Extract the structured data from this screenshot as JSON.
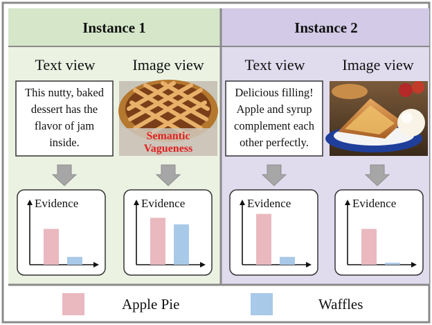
{
  "colors": {
    "instance1_header": "#d5e6c9",
    "instance1_body": "#ebf2e2",
    "instance2_header": "#d2cae6",
    "instance2_body": "#e1dbee",
    "frame": "#888888",
    "arrow": "#a6a6a6",
    "apple_pie": "#e9b9bf",
    "waffles": "#a9c9e9",
    "vagueness_text": "#e02020"
  },
  "instances": [
    {
      "title": "Instance 1",
      "text_view_label": "Text view",
      "image_view_label": "Image view",
      "text_lines": [
        "This nutty, baked",
        "dessert has the",
        "flavor of jam",
        "inside."
      ],
      "image_icon": "lattice-pie-photo",
      "image_annotation": [
        "Semantic",
        "Vagueness"
      ],
      "evidence_label": "Evidence",
      "text_evidence": {
        "apple_pie": 0.55,
        "waffles": 0.12
      },
      "image_evidence": {
        "apple_pie": 0.72,
        "waffles": 0.62
      }
    },
    {
      "title": "Instance 2",
      "text_view_label": "Text view",
      "image_view_label": "Image view",
      "text_lines": [
        "Delicious filling!",
        "Apple and syrup",
        "complement each",
        "other perfectly."
      ],
      "image_icon": "apple-pie-slice-with-ice-cream-photo",
      "evidence_label": "Evidence",
      "text_evidence": {
        "apple_pie": 0.78,
        "waffles": 0.12
      },
      "image_evidence": {
        "apple_pie": 0.55,
        "waffles": 0.03
      }
    }
  ],
  "legend": [
    {
      "label": "Apple Pie",
      "color": "#e9b9bf"
    },
    {
      "label": "Waffles",
      "color": "#a9c9e9"
    }
  ]
}
